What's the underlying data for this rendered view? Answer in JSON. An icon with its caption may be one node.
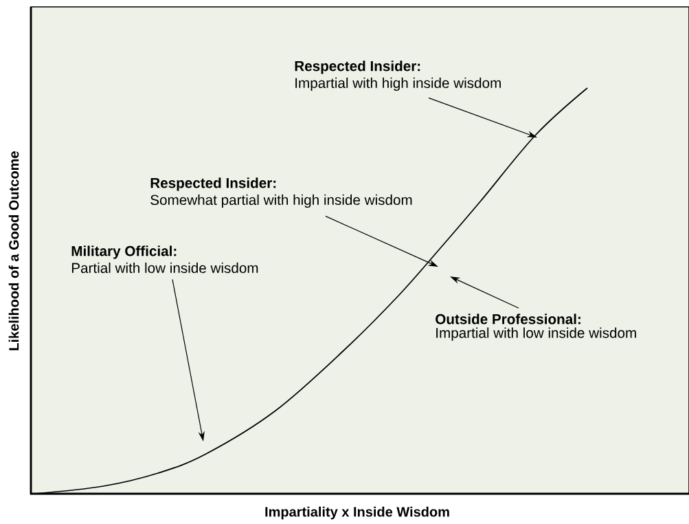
{
  "diagram": {
    "nodes": [
      {
        "text": [
          "Respected Insider:",
          "Impartial with high inside wisdom"
        ]
      },
      {
        "text": [
          "Respected Insider:",
          "Somewhat partial with high inside wisdom"
        ]
      },
      {
        "text": [
          "Outside Professional:",
          "Impartial with low inside wisdom"
        ]
      },
      {
        "text": [
          "Military Official:",
          "Partial with low inside wisdom"
        ]
      }
    ],
    "edges": [
      {
        "from": 0,
        "to": null,
        "arrow": "to"
      },
      {
        "from": 1,
        "to": null,
        "arrow": "to"
      },
      {
        "from": 2,
        "to": null,
        "arrow": "to"
      },
      {
        "from": 3,
        "to": null,
        "arrow": "to"
      }
    ],
    "labels": [
      "Likelihood of a Good Outcome",
      "Impartiality x Inside Wisdom"
    ]
  }
}
